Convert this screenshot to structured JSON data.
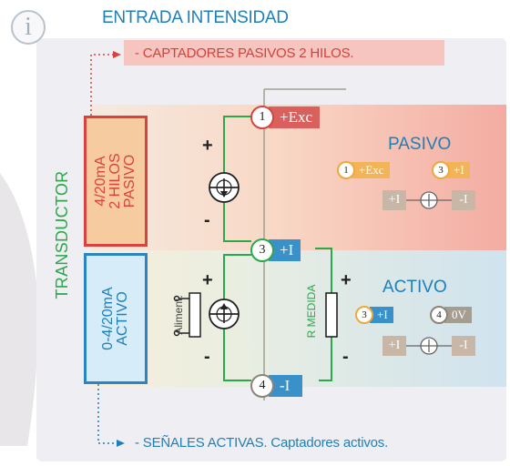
{
  "header": {
    "title": "ENTRADA INTENSIDAD",
    "subtitle": "-  CAPTADORES PASIVOS 2 HILOS.",
    "bottom_note": "-  SEÑALES ACTIVAS. Captadores activos."
  },
  "left": {
    "transductor": "TRANSDUCTOR",
    "box_pasivo": "4/20mA\n2 HILOS\nPASIVO",
    "box_activo": "0-4/20mA\nACTIVO"
  },
  "terminals": {
    "t1": {
      "num": "1",
      "label": "+Exc"
    },
    "t3": {
      "num": "3",
      "label": "+I"
    },
    "t4": {
      "num": "4",
      "label": "-I"
    }
  },
  "pasivo": {
    "title": "PASIVO",
    "chip_a": {
      "num": "1",
      "label": "+Exc"
    },
    "chip_b": {
      "num": "3",
      "label": "+I"
    },
    "eq_plus": "+I",
    "eq_minus": "-I"
  },
  "activo": {
    "title": "ACTIVO",
    "chip_a": {
      "num": "3",
      "label": "+I"
    },
    "chip_b": {
      "num": "4",
      "label": "0V"
    },
    "eq_plus": "+I",
    "eq_minus": "-I"
  },
  "circuit": {
    "r_medida": "R MEDIDA",
    "aliment": "Aliment.",
    "plus": "+",
    "minus": "-"
  },
  "colors": {
    "blue": "#1f7fb8",
    "red": "#d9423e",
    "green": "#2aa84a",
    "grey_chip": "#c8b7a6"
  },
  "icons": {
    "info": "info-icon"
  }
}
